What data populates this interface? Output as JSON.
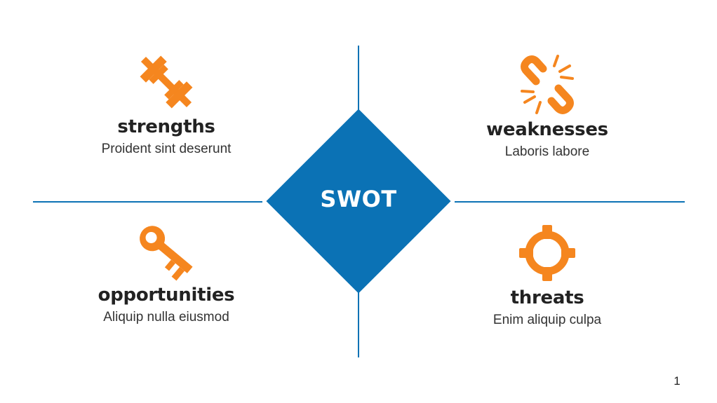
{
  "center": {
    "label": "SWOT"
  },
  "colors": {
    "accent": "#0b72b5",
    "icon": "#f5861f"
  },
  "quadrants": {
    "strengths": {
      "title": "strengths",
      "description": "Proident sint deserunt",
      "icon": "dumbbell-icon"
    },
    "weaknesses": {
      "title": "weaknesses",
      "description": "Laboris labore",
      "icon": "broken-chain-icon"
    },
    "opportunities": {
      "title": "opportunities",
      "description": "Aliquip nulla eiusmod",
      "icon": "key-icon"
    },
    "threats": {
      "title": "threats",
      "description": "Enim aliquip culpa",
      "icon": "crosshair-icon"
    }
  },
  "page_number": "1"
}
